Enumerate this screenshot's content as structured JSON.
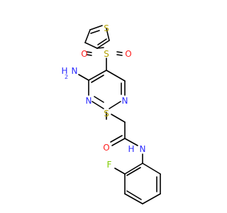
{
  "molecule": {
    "atoms": {
      "thiophene_s": "S",
      "sulfonyl_s": "S",
      "sulfonyl_o_left": "O",
      "sulfonyl_o_right": "O",
      "amino_h": "H",
      "amino_n": "N",
      "amino_h_count": "2",
      "ring_n_left": "N",
      "ring_n_right": "N",
      "thioether_s": "S",
      "carbonyl_o": "O",
      "amide_n": "N",
      "amide_h": "H",
      "fluorine": "F"
    },
    "colors": {
      "bond": "#000000",
      "sulfur": "#b3a100",
      "nitrogen": "#2b2bff",
      "oxygen": "#ff2020",
      "fluorine": "#7fcc00"
    }
  }
}
